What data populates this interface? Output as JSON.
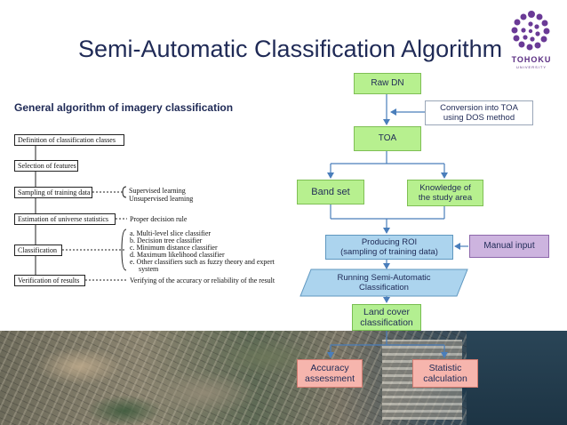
{
  "slide": {
    "title": "Semi-Automatic Classification Algorithm",
    "subtitle": "General algorithm of imagery classification",
    "logo": {
      "name": "TOHOKU",
      "sub": "UNIVERSITY"
    }
  },
  "left_algorithm": {
    "steps": [
      "Definition of classification classes",
      "Selection of features",
      "Sampling of training data",
      "Estimation of universe statistics",
      "Classification",
      "Verification of results"
    ],
    "sampling_notes": [
      "Supervised learning",
      "Unsupervised learning"
    ],
    "estimation_note": "Proper decision rule",
    "classifiers": [
      "a. Multi-level slice classifier",
      "b. Decision tree classifier",
      "c. Minimum distance classifier",
      "d. Maximum likelihood classifier",
      "e. Other classifiers such as fuzzy theory and expert",
      "system"
    ],
    "verification_note": "Verifying of the accuracy or reliability of the result"
  },
  "flowchart": {
    "raw_dn": "Raw DN",
    "conversion": [
      "Conversion into TOA",
      "using DOS method"
    ],
    "toa": "TOA",
    "band_set": "Band set",
    "knowledge": [
      "Knowledge of",
      "the study area"
    ],
    "producing_roi": [
      "Producing ROI",
      "(sampling of training data)"
    ],
    "manual_input": "Manual input",
    "running": [
      "Running Semi-Automatic",
      "Classification"
    ],
    "land_cover": [
      "Land cover",
      "classification"
    ],
    "accuracy": [
      "Accuracy",
      "assessment"
    ],
    "statistic": [
      "Statistic",
      "calculation"
    ]
  },
  "colors": {
    "title": "#1f2a56",
    "green_node": "#b7f08f",
    "blue_node": "#acd4ee",
    "purple_node": "#cdb4df",
    "pink_node": "#f6b5ad",
    "arrow": "#4a7ebb",
    "logo": "#5a2d82"
  }
}
